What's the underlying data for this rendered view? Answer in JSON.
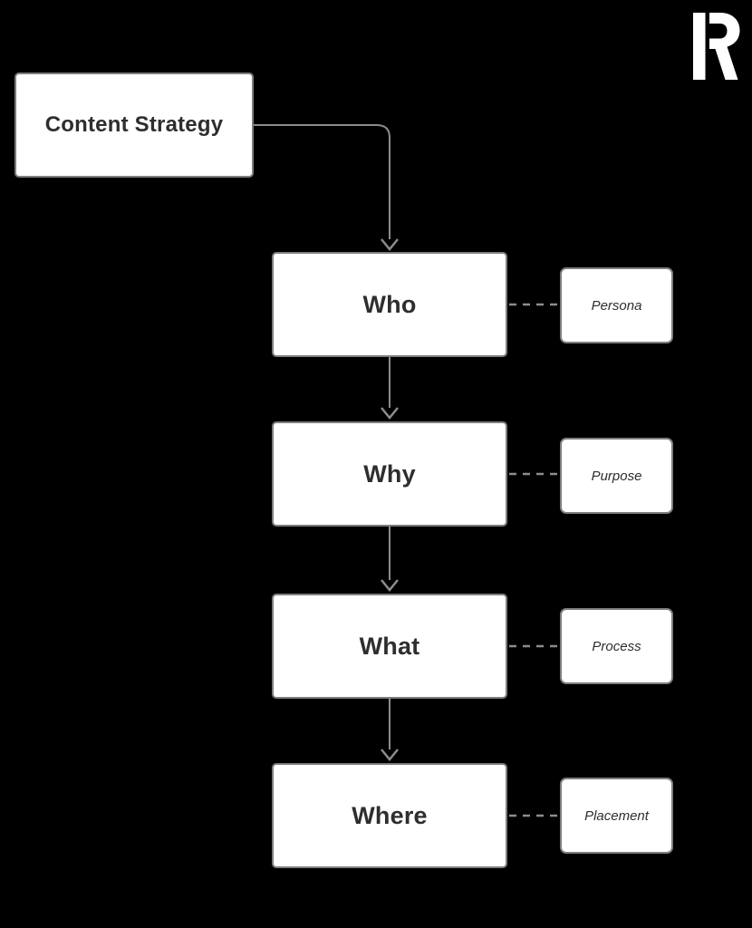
{
  "page": {
    "background_color": "#000000"
  },
  "logo": {
    "label": "R"
  },
  "diagram": {
    "root": {
      "label": "Content Strategy"
    },
    "rows": [
      {
        "main": "Who",
        "side": "Persona"
      },
      {
        "main": "Why",
        "side": "Purpose"
      },
      {
        "main": "What",
        "side": "Process"
      },
      {
        "main": "Where",
        "side": "Placement"
      }
    ],
    "colors": {
      "node_fill": "#ffffff",
      "node_border": "#7e7e7e",
      "node_text": "#2e2e2e",
      "connector": "#8c8c8c",
      "logo": "#ffffff"
    }
  }
}
